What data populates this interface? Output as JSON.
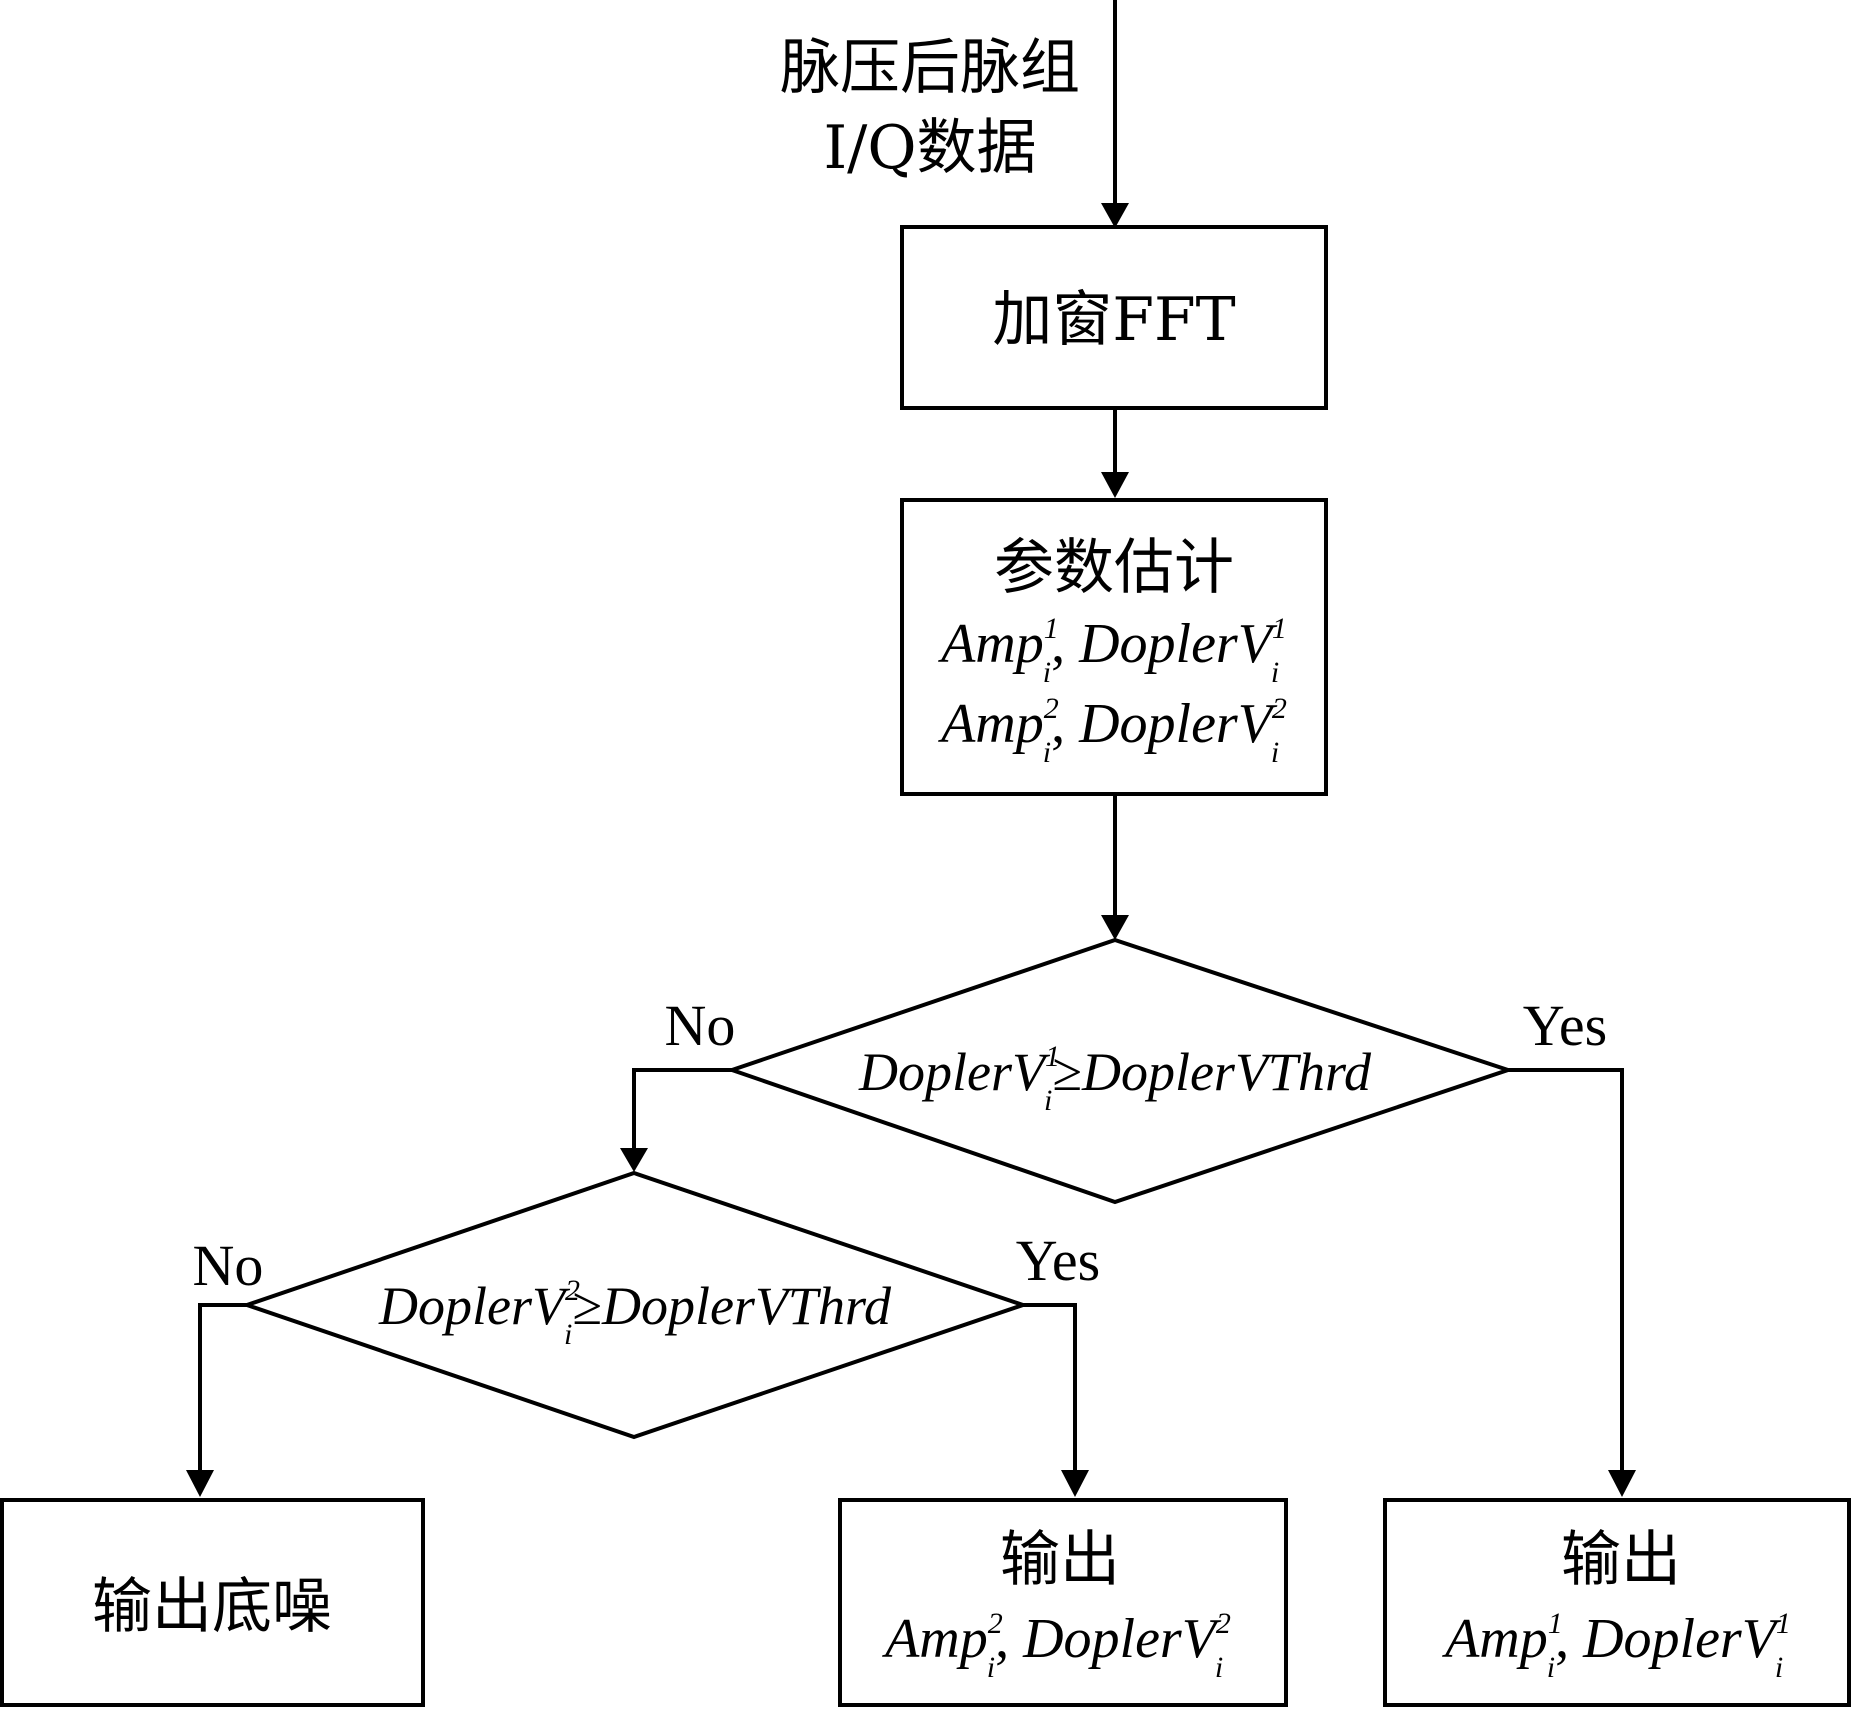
{
  "input": {
    "label_line1": "脉压后脉组",
    "label_line2": "I/Q数据"
  },
  "nodes": {
    "fft": {
      "label": "加窗FFT"
    },
    "estimate": {
      "title": "参数估计",
      "line1": {
        "amp_base": "Amp",
        "amp_sup": "1",
        "amp_sub": "i",
        "sep": ", ",
        "dop_base": "DoplerV",
        "dop_sup": "1",
        "dop_sub": "i"
      },
      "line2": {
        "amp_base": "Amp",
        "amp_sup": "2",
        "amp_sub": "i",
        "sep": ", ",
        "dop_base": "DoplerV",
        "dop_sup": "2",
        "dop_sub": "i"
      }
    },
    "decision1": {
      "lhs_base": "DoplerV",
      "lhs_sup": "1",
      "lhs_sub": "i",
      "op": "≥",
      "rhs": "DoplerVThrd"
    },
    "decision2": {
      "lhs_base": "DoplerV",
      "lhs_sup": "2",
      "lhs_sub": "i",
      "op": "≥",
      "rhs": "DoplerVThrd"
    },
    "out_noise": {
      "label": "输出底噪"
    },
    "out2": {
      "title": "输出",
      "line": {
        "amp_base": "Amp",
        "amp_sup": "2",
        "amp_sub": "i",
        "sep": ", ",
        "dop_base": "DoplerV",
        "dop_sup": "2",
        "dop_sub": "i"
      }
    },
    "out1": {
      "title": "输出",
      "line": {
        "amp_base": "Amp",
        "amp_sup": "1",
        "amp_sub": "i",
        "sep": ", ",
        "dop_base": "DoplerV",
        "dop_sup": "1",
        "dop_sub": "i"
      }
    }
  },
  "edge_labels": {
    "d1_no": "No",
    "d1_yes": "Yes",
    "d2_no": "No",
    "d2_yes": "Yes"
  }
}
